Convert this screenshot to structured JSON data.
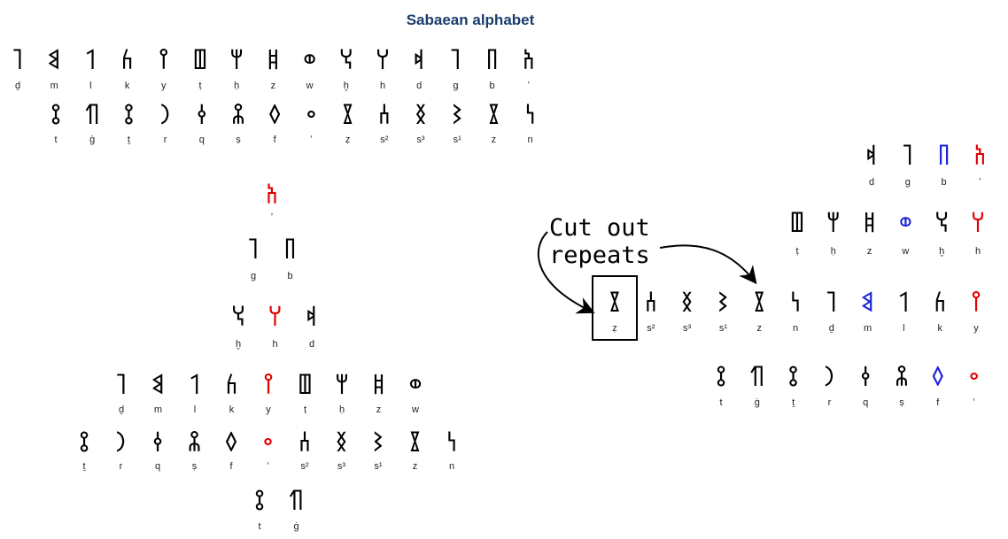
{
  "title": "Sabaean alphabet",
  "annotation": {
    "line1": "Cut out",
    "line2": "repeats"
  },
  "colors": {
    "black": "#000000",
    "red": "#e00000",
    "blue": "#1a22d6",
    "title": "#1a3d6b"
  },
  "top_row_1": [
    {
      "g": "𐩴",
      "l": "ḏ"
    },
    {
      "g": "𐩣",
      "l": "m"
    },
    {
      "g": "𐩡",
      "l": "l"
    },
    {
      "g": "𐩫",
      "l": "k"
    },
    {
      "g": "𐩺",
      "l": "y"
    },
    {
      "g": "𐩷",
      "l": "ṭ"
    },
    {
      "g": "𐩢",
      "l": "ḥ"
    },
    {
      "g": "𐩹",
      "l": "z"
    },
    {
      "g": "𐩥",
      "l": "w"
    },
    {
      "g": "𐩭",
      "l": "ḫ"
    },
    {
      "g": "𐩠",
      "l": "h"
    },
    {
      "g": "𐩵",
      "l": "d"
    },
    {
      "g": "𐩴",
      "l": "g"
    },
    {
      "g": "𐩨",
      "l": "b"
    },
    {
      "g": "𐩱",
      "l": "ʼ"
    }
  ],
  "top_row_2": [
    {
      "g": "𐩻",
      "l": "t"
    },
    {
      "g": "𐩶",
      "l": "ġ"
    },
    {
      "g": "𐩻",
      "l": "ṯ"
    },
    {
      "g": "𐩧",
      "l": "r"
    },
    {
      "g": "𐩤",
      "l": "q"
    },
    {
      "g": "𐩮",
      "l": "ṣ"
    },
    {
      "g": "𐩰",
      "l": "f"
    },
    {
      "g": "𐩲",
      "l": "ʻ"
    },
    {
      "g": "𐩸",
      "l": "ẓ"
    },
    {
      "g": "𐩪",
      "l": "s²"
    },
    {
      "g": "𐩯",
      "l": "s³"
    },
    {
      "g": "𐩦",
      "l": "s¹"
    },
    {
      "g": "𐩸",
      "l": "z"
    },
    {
      "g": "𐩬",
      "l": "n"
    }
  ],
  "left_rows": [
    [
      {
        "g": "𐩱",
        "l": "ʼ",
        "c": "red"
      }
    ],
    [
      {
        "g": "𐩴",
        "l": "g"
      },
      {
        "g": "𐩨",
        "l": "b"
      }
    ],
    [
      {
        "g": "𐩭",
        "l": "ḫ"
      },
      {
        "g": "𐩠",
        "l": "h",
        "c": "red"
      },
      {
        "g": "𐩵",
        "l": "d"
      }
    ],
    [
      {
        "g": "𐩴",
        "l": "ḏ"
      },
      {
        "g": "𐩣",
        "l": "m"
      },
      {
        "g": "𐩡",
        "l": "l"
      },
      {
        "g": "𐩫",
        "l": "k"
      },
      {
        "g": "𐩺",
        "l": "y",
        "c": "red"
      },
      {
        "g": "𐩷",
        "l": "ṭ"
      },
      {
        "g": "𐩢",
        "l": "ḥ"
      },
      {
        "g": "𐩹",
        "l": "z"
      },
      {
        "g": "𐩥",
        "l": "w"
      }
    ],
    [
      {
        "g": "𐩻",
        "l": "ṯ"
      },
      {
        "g": "𐩧",
        "l": "r"
      },
      {
        "g": "𐩤",
        "l": "q"
      },
      {
        "g": "𐩮",
        "l": "ṣ"
      },
      {
        "g": "𐩰",
        "l": "f"
      },
      {
        "g": "𐩲",
        "l": "ʻ",
        "c": "red"
      },
      {
        "g": "𐩪",
        "l": "s²"
      },
      {
        "g": "𐩯",
        "l": "s³"
      },
      {
        "g": "𐩦",
        "l": "s¹"
      },
      {
        "g": "𐩸",
        "l": "z"
      },
      {
        "g": "𐩬",
        "l": "n"
      }
    ],
    [
      {
        "g": "𐩻",
        "l": "t"
      },
      {
        "g": "𐩶",
        "l": "ġ"
      }
    ]
  ],
  "right_rows": [
    [
      {
        "g": "𐩵",
        "l": "d"
      },
      {
        "g": "𐩴",
        "l": "g"
      },
      {
        "g": "𐩨",
        "l": "b",
        "c": "blue"
      },
      {
        "g": "𐩱",
        "l": "ʼ",
        "c": "red"
      }
    ],
    [
      {
        "g": "𐩷",
        "l": "ṭ"
      },
      {
        "g": "𐩢",
        "l": "ḥ"
      },
      {
        "g": "𐩹",
        "l": "z"
      },
      {
        "g": "𐩥",
        "l": "w",
        "c": "blue"
      },
      {
        "g": "𐩭",
        "l": "ḫ"
      },
      {
        "g": "𐩠",
        "l": "h",
        "c": "red"
      }
    ],
    [
      {
        "g": "𐩸",
        "l": "ẓ",
        "boxed": true
      },
      {
        "g": "𐩪",
        "l": "s²"
      },
      {
        "g": "𐩯",
        "l": "s³"
      },
      {
        "g": "𐩦",
        "l": "s¹"
      },
      {
        "g": "𐩸",
        "l": "z"
      },
      {
        "g": "𐩬",
        "l": "n"
      },
      {
        "g": "𐩴",
        "l": "ḏ"
      },
      {
        "g": "𐩣",
        "l": "m",
        "c": "blue"
      },
      {
        "g": "𐩡",
        "l": "l"
      },
      {
        "g": "𐩫",
        "l": "k"
      },
      {
        "g": "𐩺",
        "l": "y",
        "c": "red"
      }
    ],
    [
      {
        "g": "𐩻",
        "l": "t"
      },
      {
        "g": "𐩶",
        "l": "ġ"
      },
      {
        "g": "𐩻",
        "l": "ṯ"
      },
      {
        "g": "𐩧",
        "l": "r"
      },
      {
        "g": "𐩤",
        "l": "q"
      },
      {
        "g": "𐩮",
        "l": "ṣ"
      },
      {
        "g": "𐩰",
        "l": "f",
        "c": "blue"
      },
      {
        "g": "𐩲",
        "l": "ʻ",
        "c": "red"
      }
    ]
  ]
}
